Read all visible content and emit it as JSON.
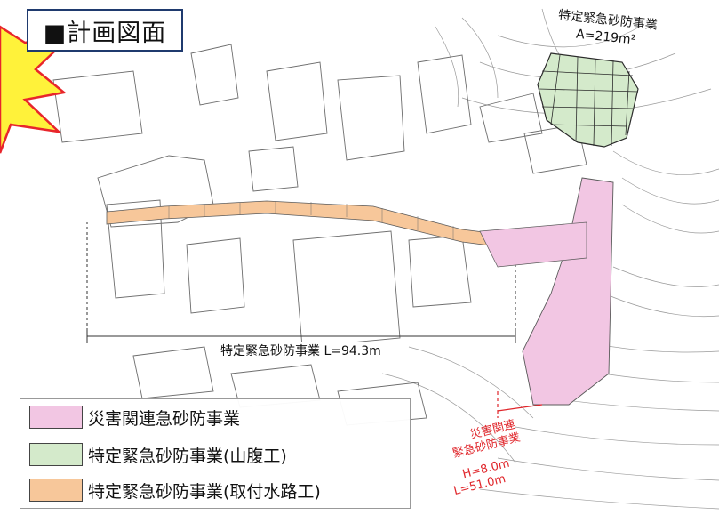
{
  "title": "■計画図面",
  "legend": [
    {
      "label": "災害関連急砂防事業",
      "color": "#f2c6e3"
    },
    {
      "label": "特定緊急砂防事業(山腹工)",
      "color": "#d4eacb"
    },
    {
      "label": "特定緊急砂防事業(取付水路工)",
      "color": "#f7c79a"
    }
  ],
  "annotations": {
    "top_project": "特定緊急砂防事業",
    "top_area": "A=219m²",
    "mid_project": "特定緊急砂防事業  L=94.3m",
    "red_line1": "災害関連",
    "red_line2": "緊急砂防事業",
    "red_h": "H=8.0m",
    "red_l": "L=51.0m"
  },
  "colors": {
    "burst_fill": "#fff23a",
    "burst_stroke": "#e8252b",
    "pink_area": "#f2c6e3",
    "green_area": "#d4eacb",
    "orange_channel": "#f7c79a",
    "red_text": "#e0262b",
    "title_border": "#1f3a6e"
  }
}
